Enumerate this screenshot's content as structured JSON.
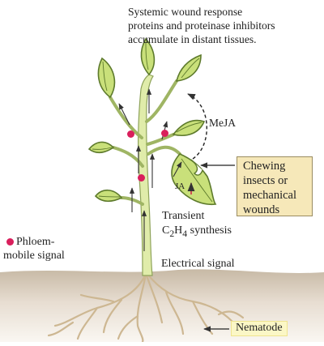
{
  "caption_lines": [
    "Systemic wound response",
    "proteins and proteinase inhibitors",
    "accumulate in distant tissues."
  ],
  "mejas_label": "MeJA",
  "chewing_lines": [
    "Chewing",
    "insects or",
    "mechanical",
    "wounds"
  ],
  "ja_label": "JA",
  "transient_line1": "Transient",
  "transient_c": "C",
  "transient_sub2": "2",
  "transient_h": "H",
  "transient_sub4": "4",
  "transient_rest": " synthesis",
  "phloem_line1": "Phloem-",
  "phloem_line2": "mobile signal",
  "electrical_label": "Electrical signal",
  "nematode_label": "Nematode",
  "colors": {
    "leaf_fill": "#c9e07a",
    "leaf_stroke": "#5d7a2c",
    "stem": "#ddeaa3",
    "soil_top": "#c7b9a5",
    "soil_bottom": "#f6f1ea",
    "root": "#d9c6a4",
    "signal_dot": "#d91f5c",
    "callout_box": "#f6e8b9",
    "nematode_box": "#fbf7c6"
  }
}
